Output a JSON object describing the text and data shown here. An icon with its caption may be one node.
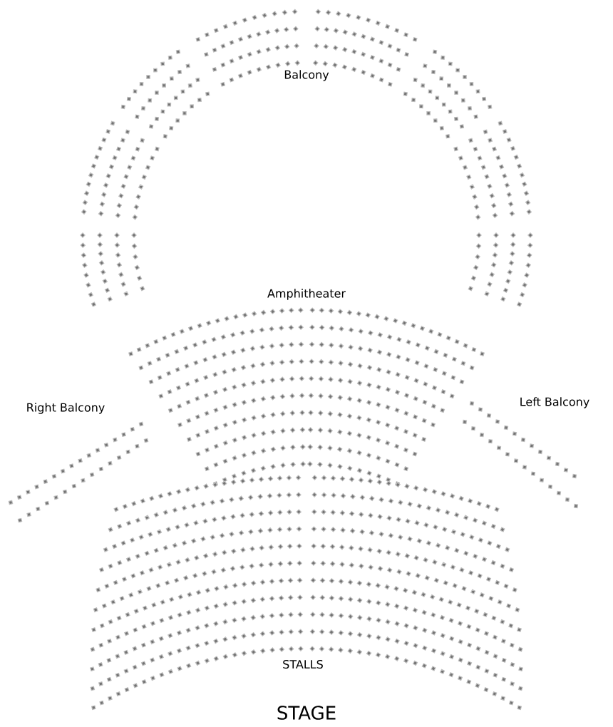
{
  "diagram": {
    "labels": [
      "Balcony",
      "Amphitheater",
      "Right Balcony",
      "Left Balcony",
      "STALLS",
      "STAGE"
    ]
  }
}
